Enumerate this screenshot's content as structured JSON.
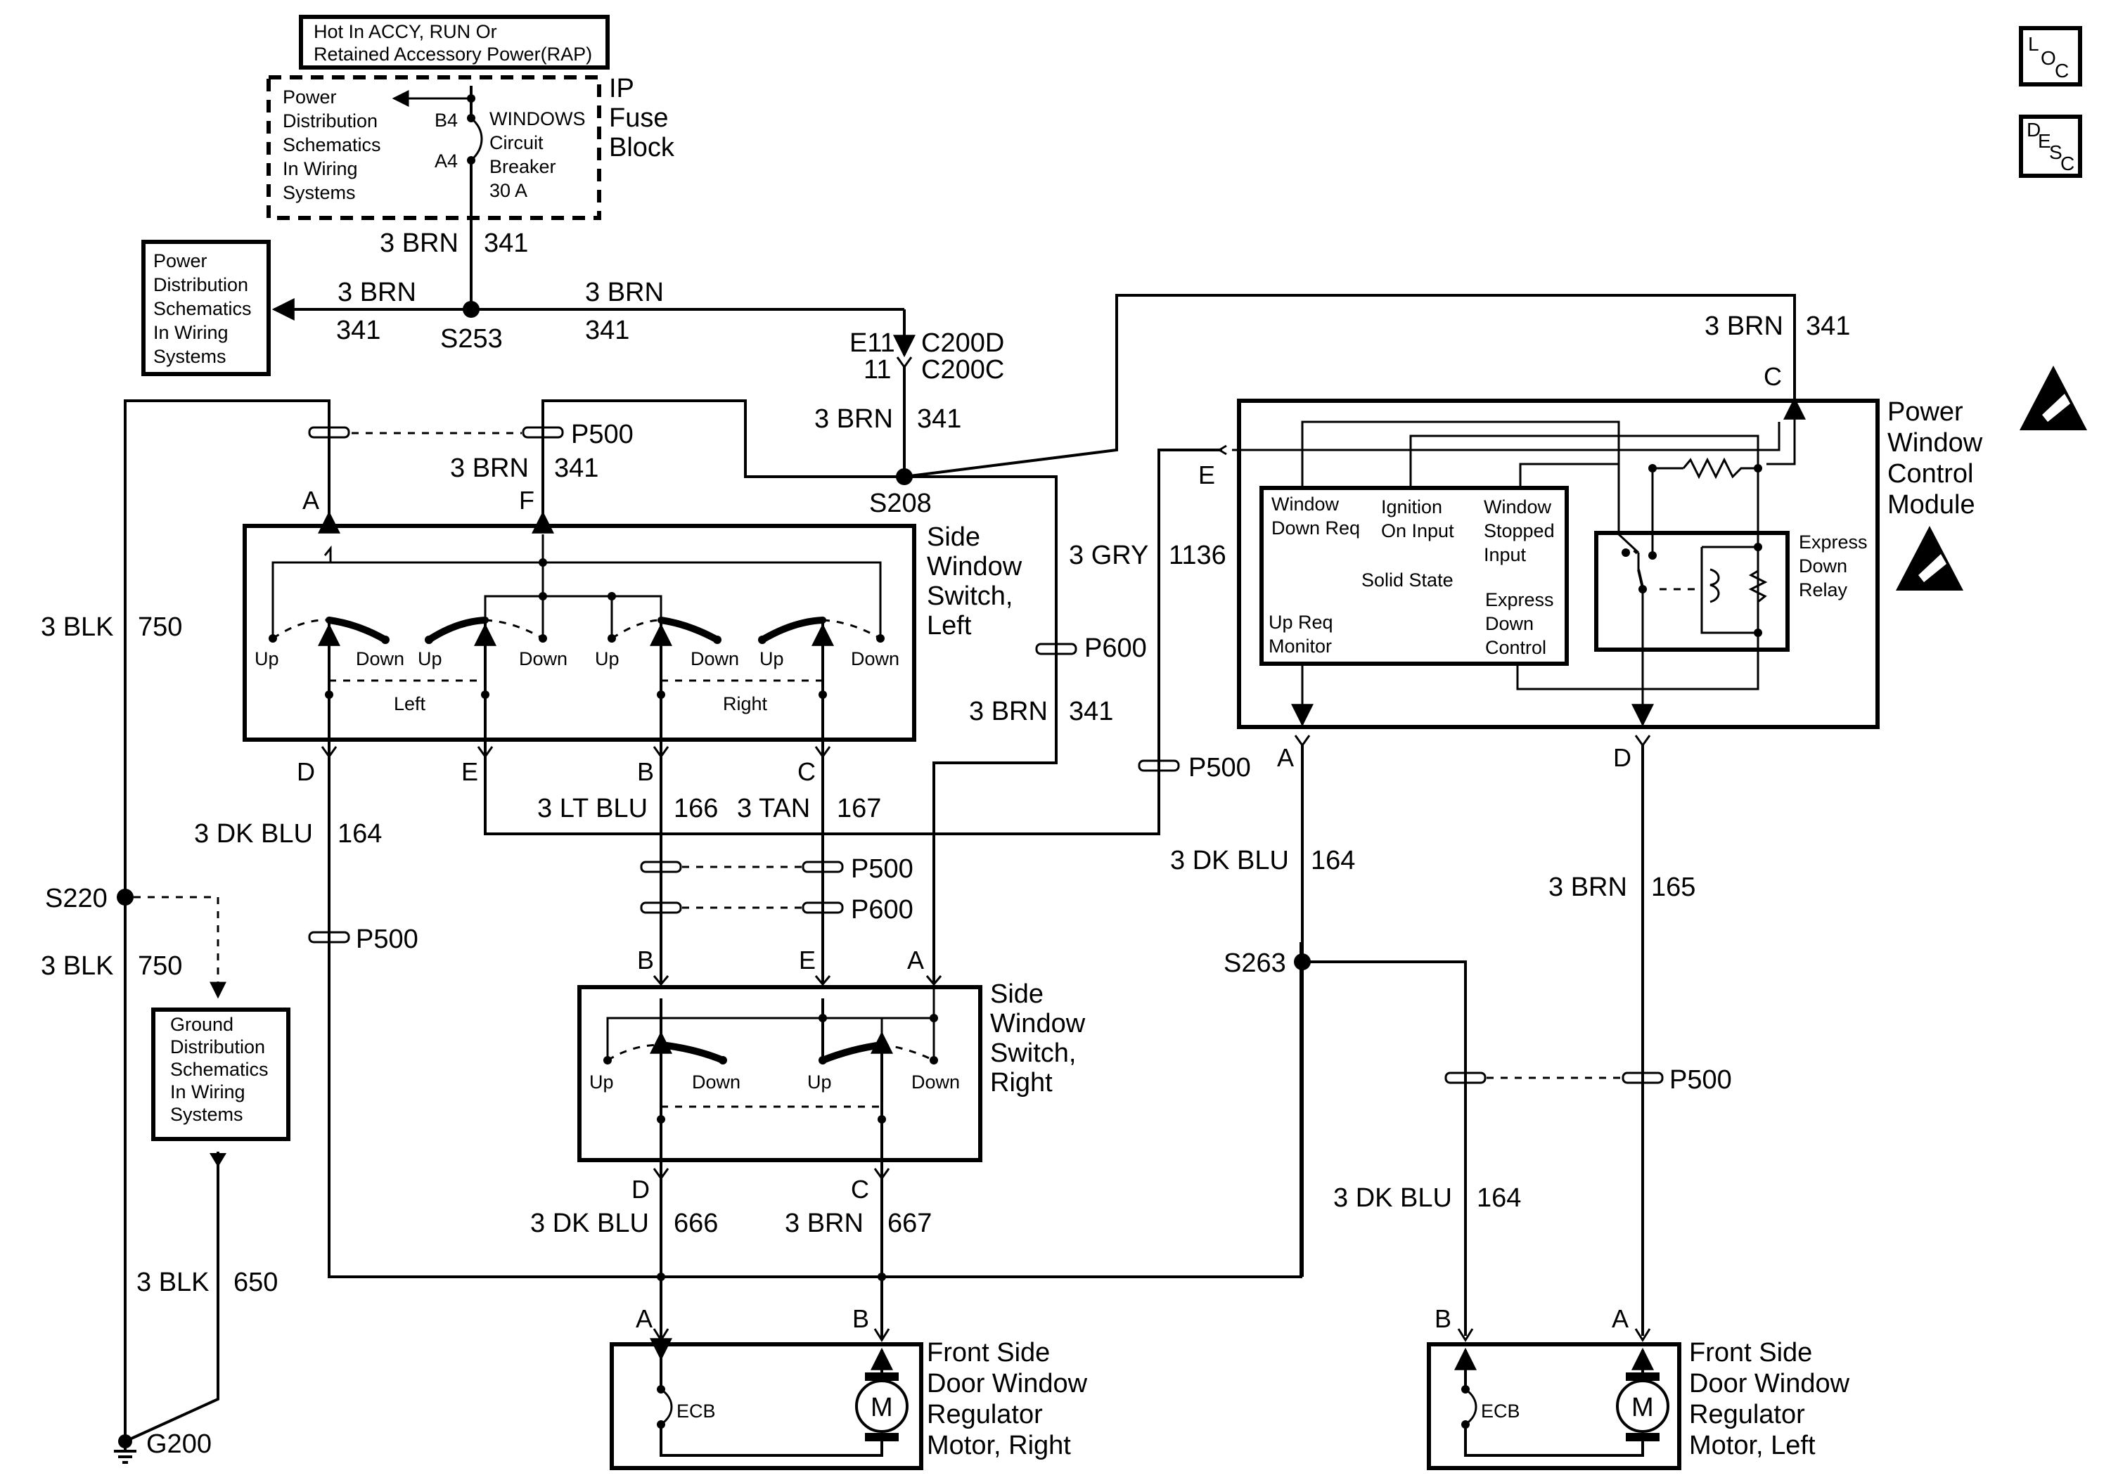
{
  "power_note": [
    "Hot In ACCY, RUN Or",
    "Retained Accessory Power(RAP)"
  ],
  "fuse_block": {
    "title": [
      "IP",
      "Fuse",
      "Block"
    ],
    "pdist": [
      "Power",
      "Distribution",
      "Schematics",
      "In Wiring",
      "Systems"
    ],
    "breaker": [
      "WINDOWS",
      "Circuit",
      "Breaker",
      "30 A"
    ],
    "pins": [
      "B4",
      "A4"
    ]
  },
  "pdist_box": [
    "Power",
    "Distribution",
    "Schematics",
    "In Wiring",
    "Systems"
  ],
  "ground_box": [
    "Ground",
    "Distribution",
    "Schematics",
    "In Wiring",
    "Systems"
  ],
  "badges": {
    "loc": [
      "L",
      "O",
      "C"
    ],
    "desc": [
      "D",
      "E",
      "S",
      "C"
    ]
  },
  "splices": {
    "s253": "S253",
    "s208": "S208",
    "s220": "S220",
    "s263": "S263",
    "g200": "G200"
  },
  "connectors": {
    "e11": "E11",
    "c200d": "C200D",
    "n11": "11",
    "c200c": "C200C",
    "p500": "P500",
    "p600": "P600"
  },
  "wires": {
    "brn341_a": [
      "3 BRN",
      "341"
    ],
    "brn341_b": [
      "3 BRN",
      "341"
    ],
    "brn341_c": [
      "3 BRN",
      "341"
    ],
    "brn341_d": [
      "3 BRN",
      "341"
    ],
    "brn341_e": [
      "3 BRN",
      "341"
    ],
    "brn341_f": [
      "3 BRN",
      "341"
    ],
    "brn341_g": [
      "3 BRN",
      "341"
    ],
    "gry1136": [
      "3 GRY",
      "1136"
    ],
    "blk750_a": [
      "3 BLK",
      "750"
    ],
    "blk750_b": [
      "3 BLK",
      "750"
    ],
    "blk650": [
      "3 BLK",
      "650"
    ],
    "dkblu164_a": [
      "3 DK BLU",
      "164"
    ],
    "dkblu164_b": [
      "3 DK BLU",
      "164"
    ],
    "dkblu164_c": [
      "3 DK BLU",
      "164"
    ],
    "ltblu166": [
      "3 LT BLU",
      "166"
    ],
    "tan167": [
      "3 TAN",
      "167"
    ],
    "brn165": [
      "3 BRN",
      "165"
    ],
    "dkblu666": [
      "3 DK BLU",
      "666"
    ],
    "brn667": [
      "3 BRN",
      "667"
    ]
  },
  "switch_left": {
    "title": [
      "Side",
      "Window",
      "Switch,",
      "Left"
    ],
    "labels": [
      "Up",
      "Down",
      "Up",
      "Down",
      "Up",
      "Down",
      "Up",
      "Down"
    ],
    "groups": [
      "Left",
      "Right"
    ],
    "pins": [
      "A",
      "F",
      "D",
      "E",
      "B",
      "C"
    ]
  },
  "switch_right": {
    "title": [
      "Side",
      "Window",
      "Switch,",
      "Right"
    ],
    "labels": [
      "Up",
      "Down",
      "Up",
      "Down"
    ],
    "pins": [
      "B",
      "E",
      "A",
      "D",
      "C"
    ]
  },
  "module": {
    "title": [
      "Power",
      "Window",
      "Control",
      "Module"
    ],
    "inner": {
      "window_down_req": [
        "Window",
        "Down Req"
      ],
      "ignition_on": [
        "Ignition",
        "On Input"
      ],
      "window_stopped": [
        "Window",
        "Stopped",
        "Input"
      ],
      "solid_state": "Solid State",
      "up_req": [
        "Up Req",
        "Monitor"
      ],
      "express_down": [
        "Express",
        "Down",
        "Control"
      ]
    },
    "relay": [
      "Express",
      "Down",
      "Relay"
    ],
    "pins": [
      "C",
      "E",
      "A",
      "D"
    ]
  },
  "motor_right": {
    "title": [
      "Front Side",
      "Door Window",
      "Regulator",
      "Motor, Right"
    ],
    "ecb": "ECB",
    "m": "M",
    "pins": [
      "A",
      "B"
    ]
  },
  "motor_left": {
    "title": [
      "Front Side",
      "Door Window",
      "Regulator",
      "Motor, Left"
    ],
    "ecb": "ECB",
    "m": "M",
    "pins": [
      "B",
      "A"
    ]
  }
}
